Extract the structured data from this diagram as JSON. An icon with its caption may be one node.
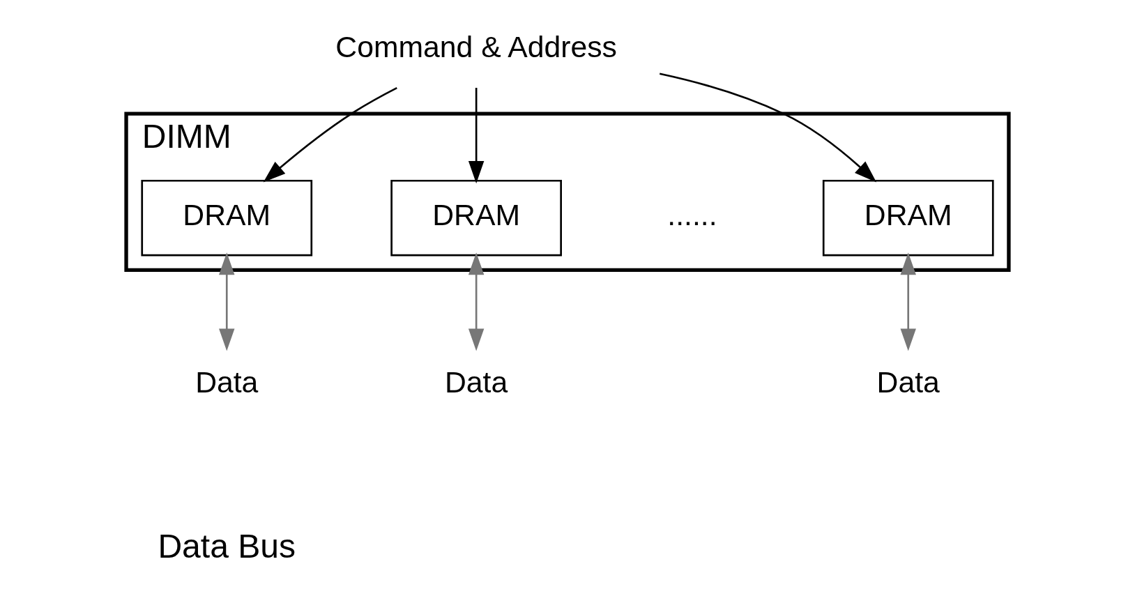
{
  "diagram": {
    "nodes": [
      {
        "text": [
          "DIMM"
        ]
      },
      {
        "text": [
          "DRAM"
        ],
        "in": 0
      },
      {
        "text": [
          "DRAM"
        ],
        "in": 0
      },
      {
        "text": [
          "DRAM"
        ],
        "in": 0
      },
      {
        "text": [
          "Command & Address"
        ]
      },
      {
        "text": [
          "Data"
        ]
      },
      {
        "text": [
          "Data"
        ]
      },
      {
        "text": [
          "Data"
        ]
      }
    ],
    "edges": [
      {
        "from": 4,
        "to": 1,
        "arrow": "to"
      },
      {
        "from": 4,
        "to": 2,
        "arrow": "to"
      },
      {
        "from": 4,
        "to": 3,
        "arrow": "to"
      },
      {
        "from": 1,
        "to": 5,
        "arrow": "both",
        "color": "#777777"
      },
      {
        "from": 2,
        "to": 6,
        "arrow": "both",
        "color": "#777777"
      },
      {
        "from": 3,
        "to": 7,
        "arrow": "both",
        "color": "#777777"
      }
    ],
    "labels": [
      "......",
      "Data Bus"
    ]
  }
}
